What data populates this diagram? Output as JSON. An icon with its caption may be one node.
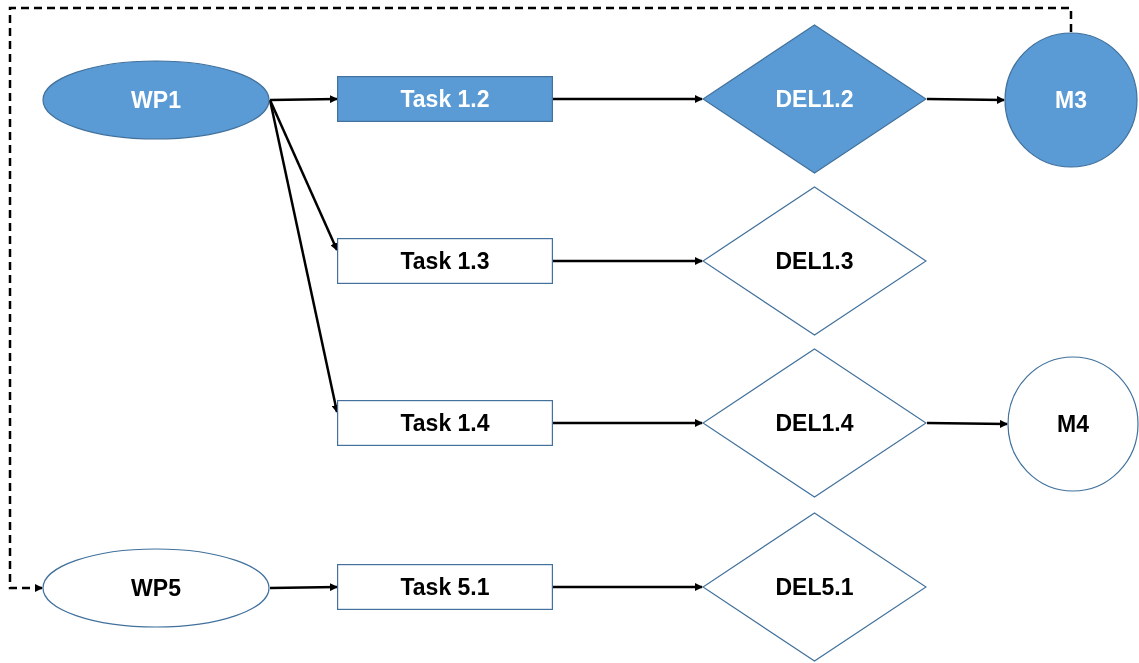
{
  "diagram": {
    "nodes": [
      {
        "text": [
          "WP1"
        ]
      },
      {
        "text": [
          "Task 1.2"
        ]
      },
      {
        "text": [
          "DEL1.2"
        ]
      },
      {
        "text": [
          "M3"
        ]
      },
      {
        "text": [
          "Task 1.3"
        ]
      },
      {
        "text": [
          "DEL1.3"
        ]
      },
      {
        "text": [
          "Task 1.4"
        ]
      },
      {
        "text": [
          "DEL1.4"
        ]
      },
      {
        "text": [
          "M4"
        ]
      },
      {
        "text": [
          "WP5"
        ]
      },
      {
        "text": [
          "Task 5.1"
        ]
      },
      {
        "text": [
          "DEL5.1"
        ]
      }
    ],
    "edges": [
      {
        "from": 0,
        "to": 1,
        "arrow": "to"
      },
      {
        "from": 0,
        "to": 4,
        "arrow": "to"
      },
      {
        "from": 0,
        "to": 6,
        "arrow": "to"
      },
      {
        "from": 1,
        "to": 2,
        "arrow": "to"
      },
      {
        "from": 2,
        "to": 3,
        "arrow": "to"
      },
      {
        "from": 4,
        "to": 5,
        "arrow": "to"
      },
      {
        "from": 6,
        "to": 7,
        "arrow": "to"
      },
      {
        "from": 7,
        "to": 8,
        "arrow": "to"
      },
      {
        "from": 3,
        "to": 9,
        "arrow": "to",
        "style": "dashed"
      },
      {
        "from": 9,
        "to": 10,
        "arrow": "to"
      },
      {
        "from": 10,
        "to": 11,
        "arrow": "to"
      }
    ]
  }
}
